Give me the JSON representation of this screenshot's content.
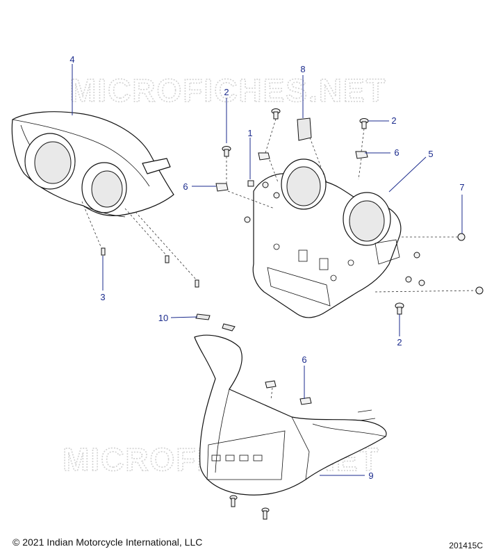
{
  "watermark": "MICROFICHES.NET",
  "callouts": {
    "c1": "1",
    "c2a": "2",
    "c2b": "2",
    "c2c": "2",
    "c3": "3",
    "c4": "4",
    "c5": "5",
    "c6a": "6",
    "c6b": "6",
    "c6c": "6",
    "c7": "7",
    "c8": "8",
    "c9": "9",
    "c10": "10"
  },
  "footer": {
    "copyright": "© 2021 Indian Motorcycle International, LLC",
    "diagram_code": "201415C"
  }
}
